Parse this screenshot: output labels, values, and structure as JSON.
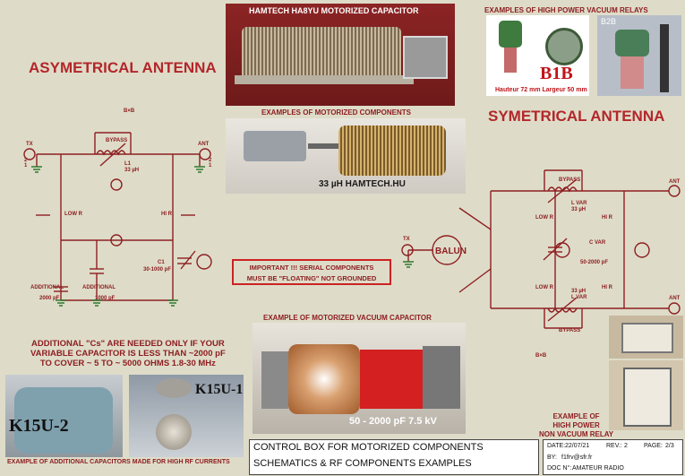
{
  "headings": {
    "asym": "ASYMETRICAL ANTENNA",
    "sym": "SYMETRICAL ANTENNA"
  },
  "photo_captions": {
    "hamtech_title": "HAMTECH HA8YU  MOTORIZED CAPACITOR",
    "motorized_components": "EXAMPLES OF MOTORIZED COMPONENTS",
    "hamtech_label": "33 µH HAMTECH.HU",
    "relays_title": "EXAMPLES OF HIGH POWER VACUUM RELAYS",
    "relay_b1b": "B1B",
    "relay_b2b": "B2B",
    "relay_dims": "Hauteur 72 mm   Largeur 50 mm",
    "vacuum_title": "EXAMPLE OF MOTORIZED VACUUM CAPACITOR",
    "vacuum_label": "50 - 2000 pF  7.5 kV",
    "k15u1": "K15U-1",
    "k15u2": "K15U-2",
    "additional_caps_caption": "EXAMPLE OF ADDITIONAL CAPACITORS MADE FOR HIGH RF CURRENTS",
    "nonvacuum": [
      "EXAMPLE OF",
      "HIGH POWER",
      "NON VACUUM RELAY"
    ]
  },
  "notes": {
    "additional_cs": [
      "ADDITIONAL \"Cs\" ARE NEEDED ONLY IF YOUR",
      "VARIABLE CAPACITOR IS LESS THAN ~2000 pF",
      "TO COVER ~ 5 TO ~ 5000 OHMS    1.8-30 MHz"
    ],
    "important": [
      "IMPORTANT !!! SERIAL COMPONENTS",
      "MUST BE \"FLOATING\" NOT GROUNDED"
    ]
  },
  "asym_schematic": {
    "tx": "TX",
    "ant": "ANT",
    "pin1": "1",
    "pin2": "2",
    "bypass": "BYPASS",
    "l1": "L1",
    "l1_val": "33 µH",
    "bxb": "B×B",
    "low_r": "LOW R",
    "hi_r": "HI R",
    "c1": "C1",
    "c1_val": "30-1000 pF",
    "additional": "ADDITIONAL",
    "cap_2000": "2000 pF",
    "cap_1000": "1000 pF"
  },
  "sym_schematic": {
    "ant": "ANT",
    "tx": "TX",
    "balun": "BALUN",
    "bypass": "BYPASS",
    "l_var": "L VAR",
    "l_var_val": "33 µH",
    "bxb": "B×B",
    "low_r": "LOW R",
    "hi_r": "HI R",
    "c_var": "C VAR",
    "c_var_val": "50-2000 pF"
  },
  "title_block": {
    "line1": "CONTROL BOX FOR MOTORIZED COMPONENTS",
    "line2": "SCHEMATICS & RF COMPONENTS EXAMPLES",
    "date_label": "DATE:",
    "date": "22/07/21",
    "rev_label": "REV.:",
    "rev": "2",
    "page_label": "PAGE:",
    "page": "2/3",
    "by_label": "BY:",
    "by": "f1frv@sfr.fr",
    "doc_label": "DOC N°:",
    "doc": "AMATEUR RADIO"
  },
  "colors": {
    "background": "#dedcc8",
    "heading_red": "#b3262b",
    "wire": "#8e1e22",
    "ground": "#2f7a2f",
    "important_border": "#cc2222"
  }
}
